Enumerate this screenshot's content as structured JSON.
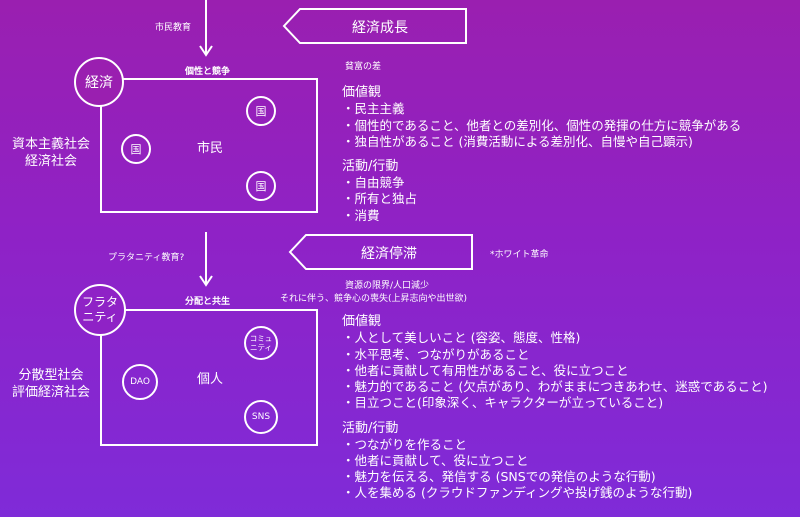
{
  "top": {
    "citizen_education": "市民教育",
    "banner": "経済成長",
    "wealth_gap": "貧富の差"
  },
  "upper": {
    "circle_label": "経済",
    "box_title": "個性と競争",
    "center": "市民",
    "nodes": [
      "国",
      "国",
      "国"
    ],
    "side_label_1": "資本主義社会",
    "side_label_2": "経済社会",
    "values_title": "価値観",
    "values": [
      "・民主主義",
      "・個性的であること、他者との差別化、個性の発揮の仕方に競争がある",
      "・独自性があること (消費活動による差別化、自慢や自己顕示)"
    ],
    "activities_title": "活動/行動",
    "activities": [
      "・自由競争",
      "・所有と独占",
      "・消費"
    ]
  },
  "middle": {
    "education": "プラタニティ教育?",
    "banner": "経済停滞",
    "white_revolution": "*ホワイト革命",
    "note_1": "資源の限界/人口減少",
    "note_2": "それに伴う、競争心の喪失(上昇志向や出世欲)"
  },
  "lower": {
    "circle_label_1": "フラタ",
    "circle_label_2": "ニティ",
    "box_title": "分配と共生",
    "center": "個人",
    "community_1": "コミュ",
    "community_2": "ニティ",
    "dao": "DAO",
    "sns": "SNS",
    "side_label_1": "分散型社会",
    "side_label_2": "評価経済社会",
    "values_title": "価値観",
    "values": [
      "・人として美しいこと (容姿、態度、性格)",
      "・水平思考、つながりがあること",
      "・他者に貢献して有用性があること、役に立つこと",
      "・魅力的であること (欠点があり、わがままにつきあわせ、迷惑であること)",
      "・目立つこと(印象深く、キャラクターが立っていること)"
    ],
    "activities_title": "活動/行動",
    "activities": [
      "・つながりを作ること",
      "・他者に貢献して、役に立つこと",
      "・魅力を伝える、発信する (SNSでの発信のような行動)",
      "・人を集める (クラウドファンディングや投げ銭のような行動)"
    ]
  }
}
